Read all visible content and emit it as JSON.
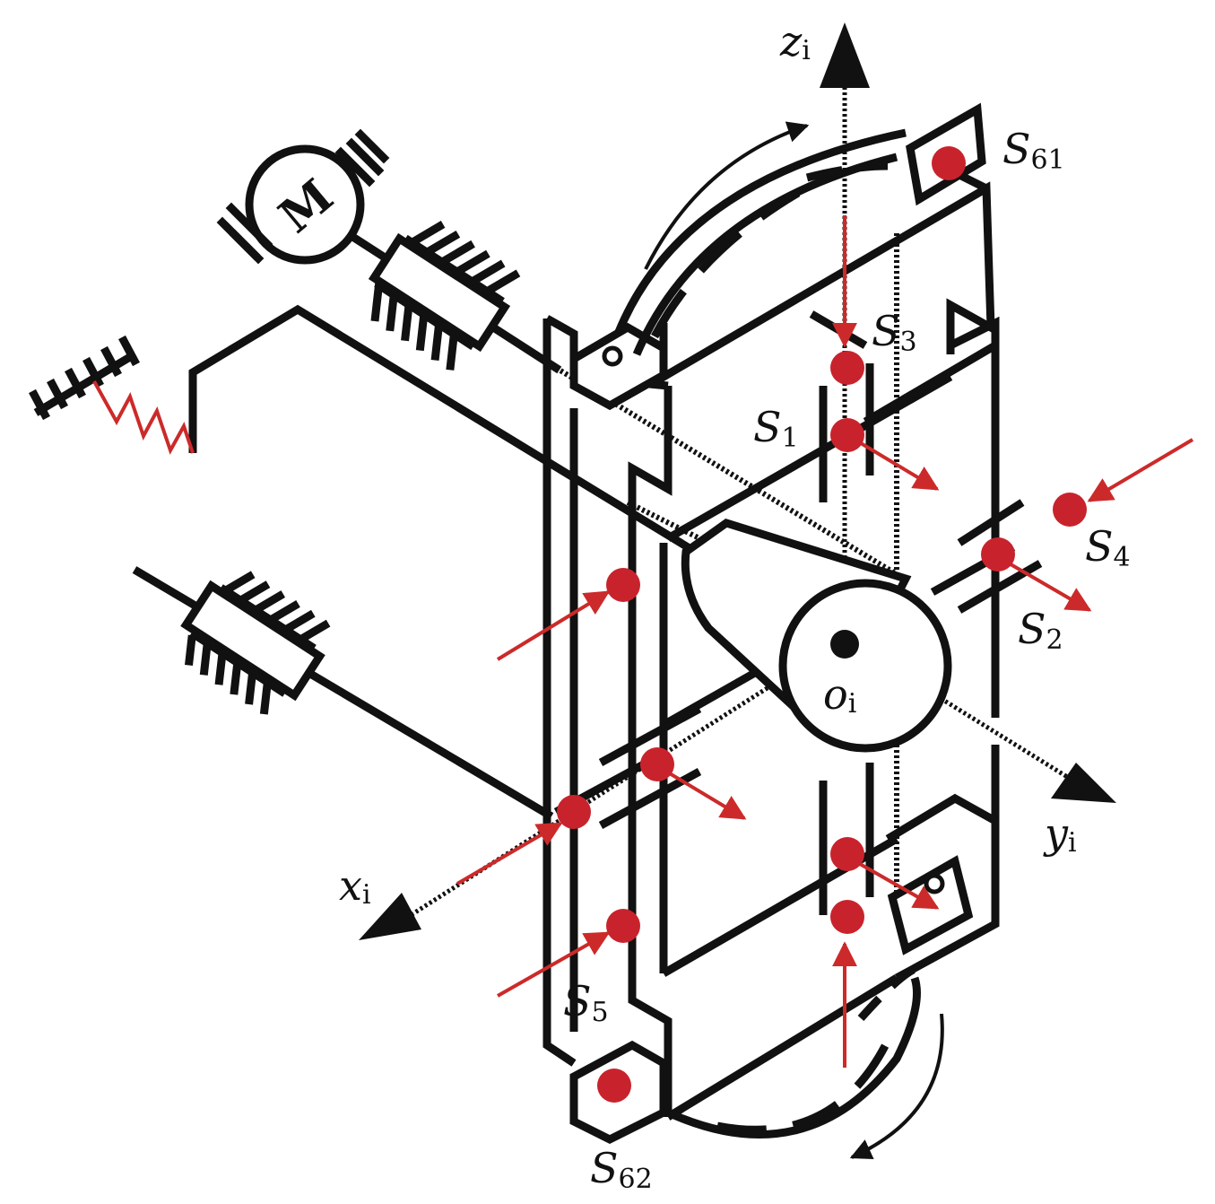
{
  "axes": {
    "x": {
      "main": "x",
      "sub": "i"
    },
    "y": {
      "main": "y",
      "sub": "i"
    },
    "z": {
      "main": "z",
      "sub": "i"
    },
    "origin": {
      "main": "o",
      "sub": "i"
    }
  },
  "motor": {
    "label": "M"
  },
  "supports": [
    {
      "main": "S",
      "sub": "1"
    },
    {
      "main": "S",
      "sub": "2"
    },
    {
      "main": "S",
      "sub": "3"
    },
    {
      "main": "S",
      "sub": "4"
    },
    {
      "main": "S",
      "sub": "5"
    },
    {
      "main": "S",
      "sub": "61"
    },
    {
      "main": "S",
      "sub": "62"
    }
  ],
  "colors": {
    "line": "#111111",
    "force": "#cc2a2a",
    "point": "#c8232c"
  }
}
